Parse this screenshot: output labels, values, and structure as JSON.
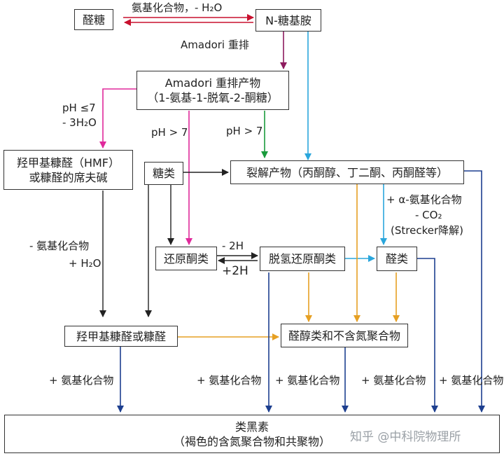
{
  "nodes": {
    "aldose": "醛糖",
    "glycosylamine": "N-糖基胺",
    "amadori_product": {
      "line1": "Amadori 重排产物",
      "line2": "（1-氨基-1-脱氧-2-酮糖）"
    },
    "hmf": {
      "line1": "羟甲基糠醛（HMF）",
      "line2": "或糠醛的席夫碱"
    },
    "sugars": "糖类",
    "fission": "裂解产物（丙酮醇、丁二酮、丙酮醛等）",
    "reductones": "还原酮类",
    "dehydroreductones": "脱氢还原酮类",
    "aldehydes": "醛类",
    "hmf_furfural": "羟甲基糠醛或糠醛",
    "aldols": "醛醇类和不含氮聚合物",
    "melanoidins": {
      "line1": "类黑素",
      "line2": "（褐色的含氮聚合物和共聚物）"
    }
  },
  "labels": {
    "top_reaction": "氨基化合物，- H₂O",
    "amadori_rearr": "Amadori 重排",
    "ph_le7": "pH ≤7",
    "minus_3h2o": "- 3H₂O",
    "ph_gt7_a": "pH > 7",
    "ph_gt7_b": "pH > 7",
    "plus_amino_strecker": "+ α-氨基化合物",
    "minus_co2": "- CO₂",
    "strecker": "(Strecker降解)",
    "minus_amino": "- 氨基化合物",
    "plus_h2o": "+ H₂O",
    "minus_2h": "- 2H",
    "plus_2h": "+2H",
    "plus_amino_1": "+ 氨基化合物",
    "plus_amino_2": "+ 氨基化合物",
    "plus_amino_3": "+ 氨基化合物",
    "plus_amino_4": "+ 氨基化合物",
    "plus_amino_5": "+ 氨基化合物"
  },
  "watermark": "知乎 @中科院物理所",
  "colors": {
    "red": "#c8102e",
    "purple": "#8e1b5e",
    "magenta": "#e0299b",
    "green": "#1a9b3c",
    "cyan": "#2aa6dc",
    "navy": "#1d3f8f",
    "orange": "#e6a023",
    "black": "#222222"
  }
}
